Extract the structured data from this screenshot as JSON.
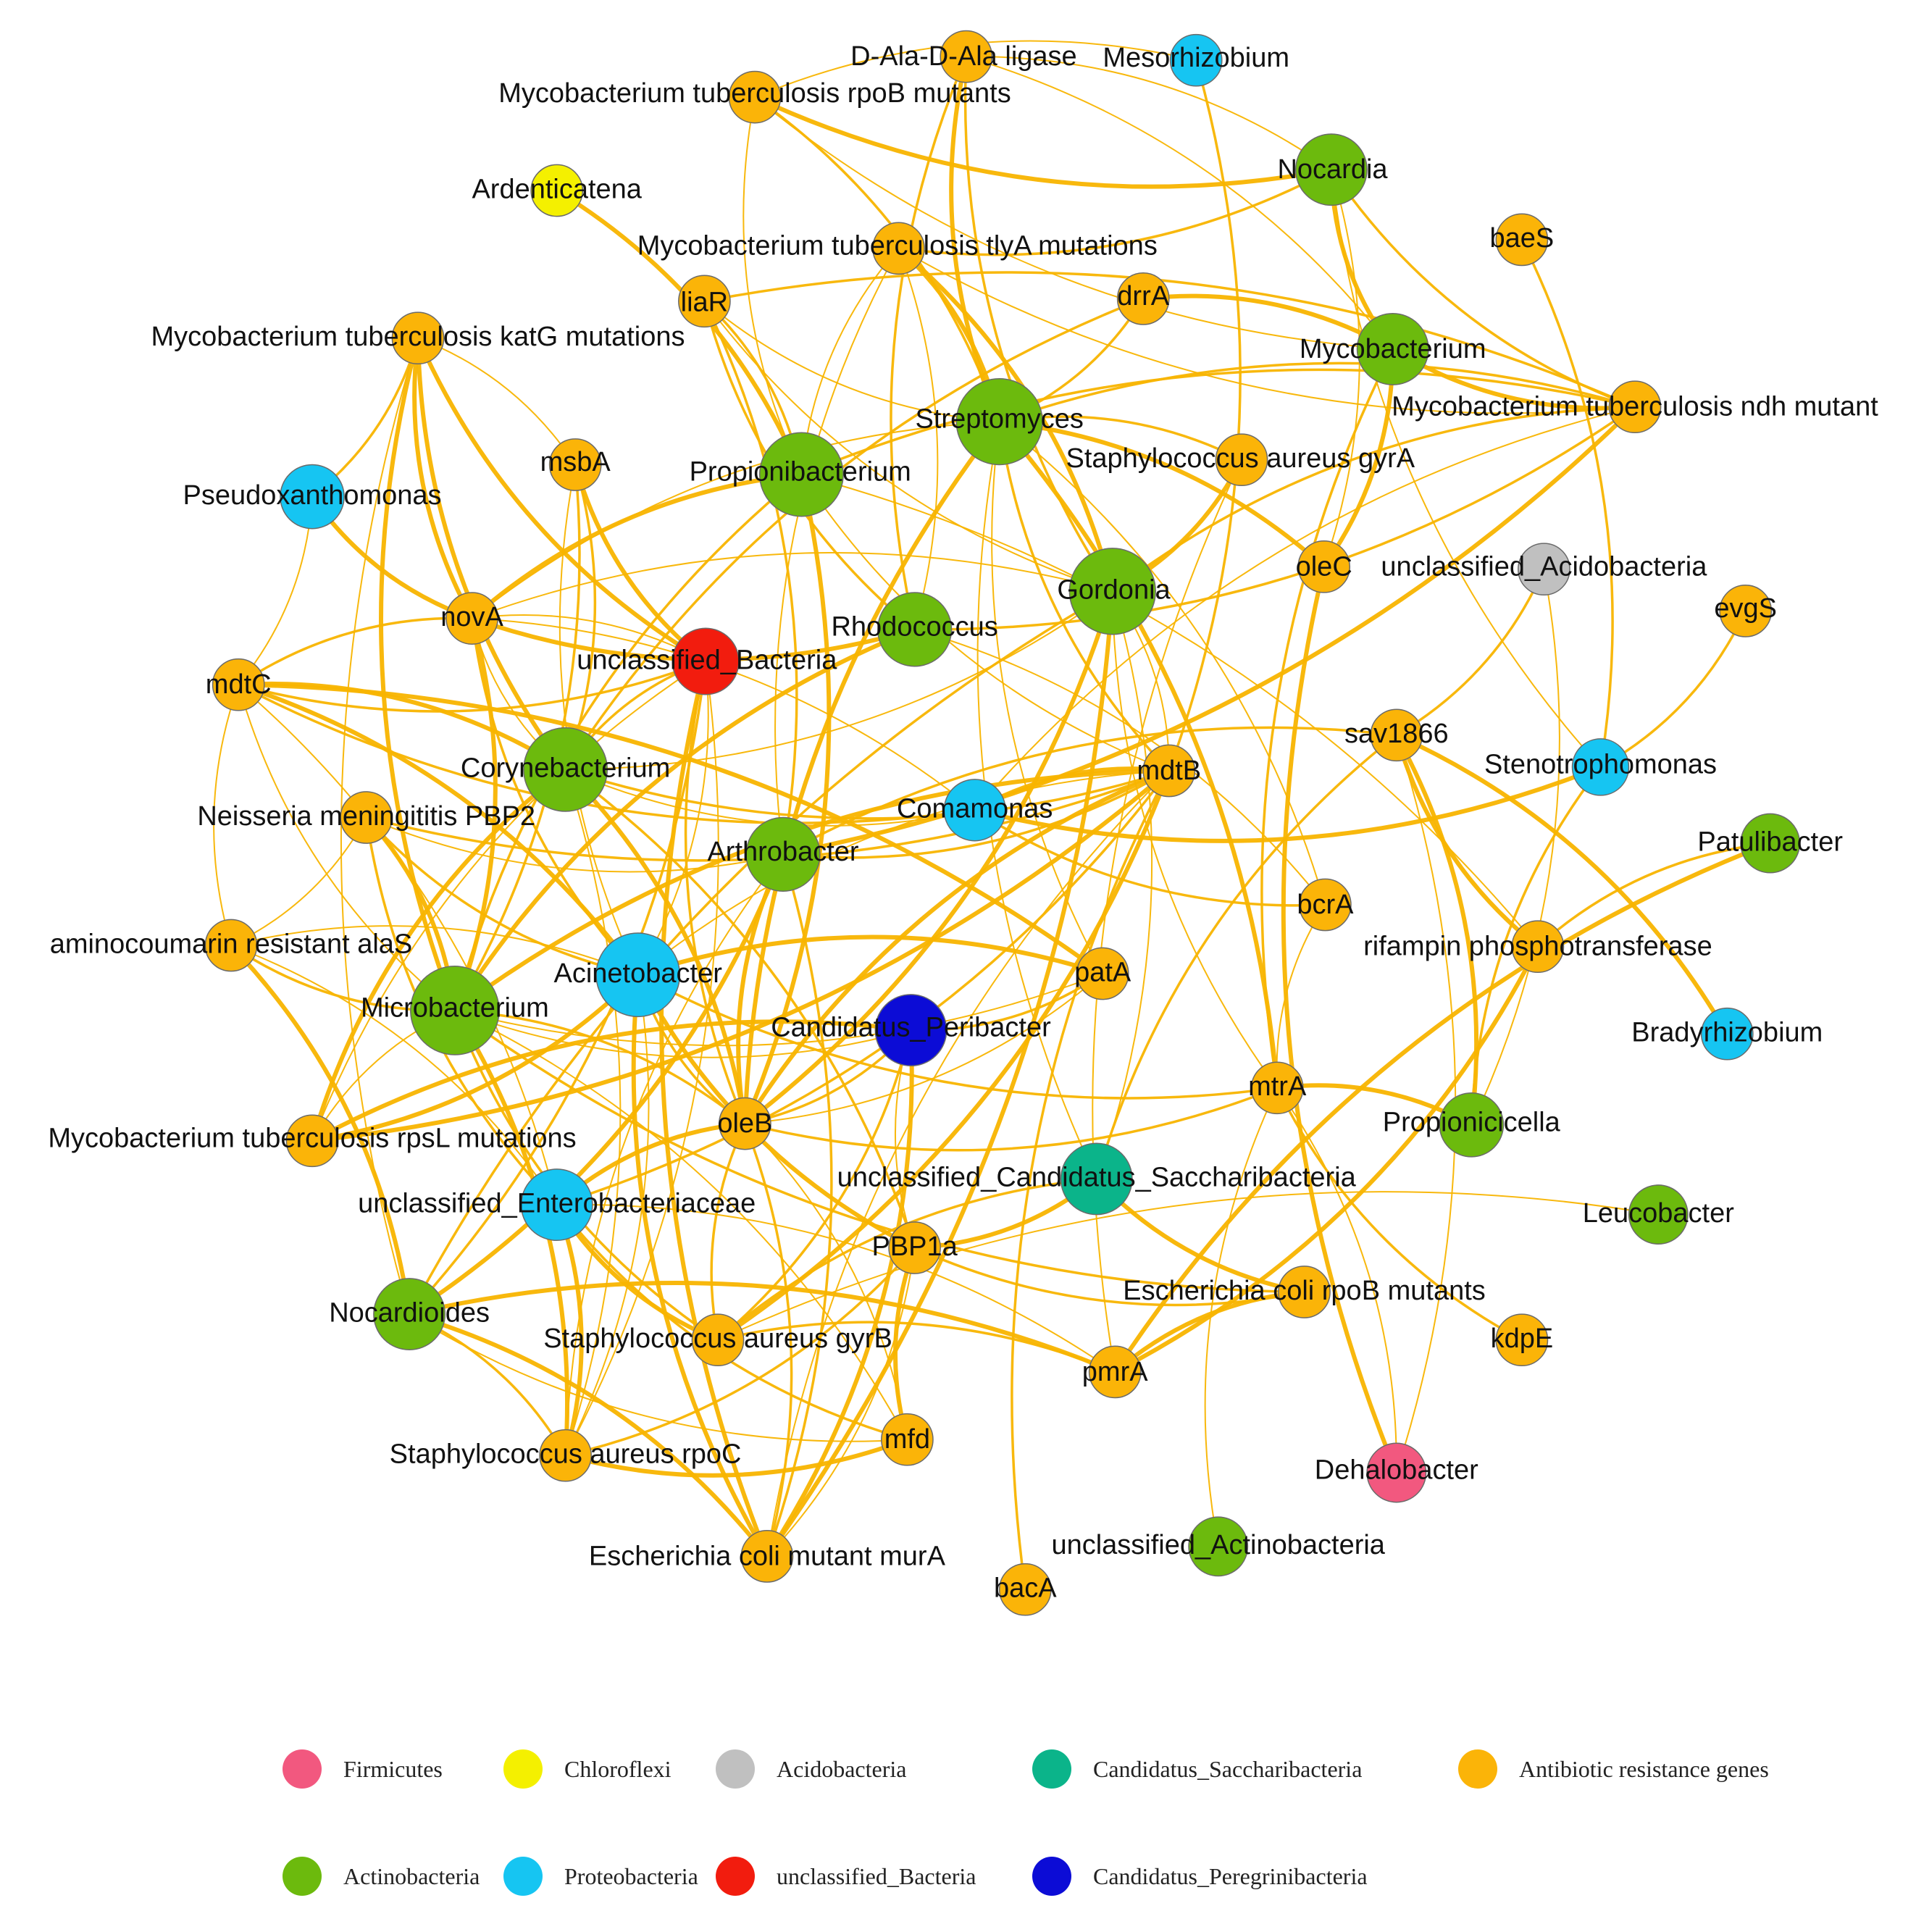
{
  "colors": {
    "Firmicutes": "#f2587f",
    "Chloroflexi": "#f4f000",
    "Acidobacteria": "#c0c0c0",
    "Candidatus_Saccharibacteria": "#0bb48a",
    "Antibiotic resistance genes": "#fbb408",
    "Actinobacteria": "#6cba0d",
    "Proteobacteria": "#16c5f2",
    "unclassified_Bacteria": "#f21c0e",
    "Candidatus_Peregrinibacteria": "#0c0cd6",
    "edge": "#f8b400",
    "node_stroke": "#6a6a6a"
  },
  "nodes": [
    {
      "id": "D-Ala-D-Ala ligase",
      "group": "Antibiotic resistance genes"
    },
    {
      "id": "Mesorhizobium",
      "group": "Proteobacteria"
    },
    {
      "id": "Mycobacterium tuberculosis rpoB mutants",
      "group": "Antibiotic resistance genes"
    },
    {
      "id": "Nocardia",
      "group": "Actinobacteria"
    },
    {
      "id": "Ardenticatena",
      "group": "Chloroflexi"
    },
    {
      "id": "baeS",
      "group": "Antibiotic resistance genes"
    },
    {
      "id": "Mycobacterium tuberculosis tlyA mutations",
      "group": "Antibiotic resistance genes"
    },
    {
      "id": "liaR",
      "group": "Antibiotic resistance genes"
    },
    {
      "id": "drrA",
      "group": "Antibiotic resistance genes"
    },
    {
      "id": "Mycobacterium tuberculosis katG mutations",
      "group": "Antibiotic resistance genes"
    },
    {
      "id": "Mycobacterium",
      "group": "Actinobacteria"
    },
    {
      "id": "Mycobacterium tuberculosis ndh mutant",
      "group": "Antibiotic resistance genes"
    },
    {
      "id": "Streptomyces",
      "group": "Actinobacteria"
    },
    {
      "id": "msbA",
      "group": "Antibiotic resistance genes"
    },
    {
      "id": "Propionibacterium",
      "group": "Actinobacteria"
    },
    {
      "id": "Staphylococcus aureus gyrA",
      "group": "Antibiotic resistance genes"
    },
    {
      "id": "Pseudoxanthomonas",
      "group": "Proteobacteria"
    },
    {
      "id": "oleC",
      "group": "Antibiotic resistance genes"
    },
    {
      "id": "unclassified_Acidobacteria",
      "group": "Acidobacteria"
    },
    {
      "id": "Gordonia",
      "group": "Actinobacteria"
    },
    {
      "id": "novA",
      "group": "Antibiotic resistance genes"
    },
    {
      "id": "Rhodococcus",
      "group": "Actinobacteria"
    },
    {
      "id": "evgS",
      "group": "Antibiotic resistance genes"
    },
    {
      "id": "unclassified_Bacteria",
      "group": "unclassified_Bacteria"
    },
    {
      "id": "mdtC",
      "group": "Antibiotic resistance genes"
    },
    {
      "id": "sav1866",
      "group": "Antibiotic resistance genes"
    },
    {
      "id": "Corynebacterium",
      "group": "Actinobacteria"
    },
    {
      "id": "mdtB",
      "group": "Antibiotic resistance genes"
    },
    {
      "id": "Stenotrophomonas",
      "group": "Proteobacteria"
    },
    {
      "id": "Comamonas",
      "group": "Proteobacteria"
    },
    {
      "id": "Neisseria meningititis PBP2",
      "group": "Antibiotic resistance genes"
    },
    {
      "id": "Patulibacter",
      "group": "Actinobacteria"
    },
    {
      "id": "Arthrobacter",
      "group": "Actinobacteria"
    },
    {
      "id": "bcrA",
      "group": "Antibiotic resistance genes"
    },
    {
      "id": "aminocoumarin resistant alaS",
      "group": "Antibiotic resistance genes"
    },
    {
      "id": "rifampin phosphotransferase",
      "group": "Antibiotic resistance genes"
    },
    {
      "id": "Acinetobacter",
      "group": "Proteobacteria"
    },
    {
      "id": "patA",
      "group": "Antibiotic resistance genes"
    },
    {
      "id": "Microbacterium",
      "group": "Actinobacteria"
    },
    {
      "id": "Candidatus_Peribacter",
      "group": "Candidatus_Peregrinibacteria"
    },
    {
      "id": "Bradyrhizobium",
      "group": "Proteobacteria"
    },
    {
      "id": "mtrA",
      "group": "Antibiotic resistance genes"
    },
    {
      "id": "Mycobacterium tuberculosis rpsL mutations",
      "group": "Antibiotic resistance genes"
    },
    {
      "id": "oleB",
      "group": "Antibiotic resistance genes"
    },
    {
      "id": "Propionicicella",
      "group": "Actinobacteria"
    },
    {
      "id": "unclassified_Candidatus_Saccharibacteria",
      "group": "Candidatus_Saccharibacteria"
    },
    {
      "id": "unclassified_Enterobacteriaceae",
      "group": "Proteobacteria"
    },
    {
      "id": "Leucobacter",
      "group": "Actinobacteria"
    },
    {
      "id": "PBP1a",
      "group": "Antibiotic resistance genes"
    },
    {
      "id": "Escherichia coli rpoB mutants",
      "group": "Antibiotic resistance genes"
    },
    {
      "id": "Nocardioides",
      "group": "Actinobacteria"
    },
    {
      "id": "Staphylococcus aureus gyrB",
      "group": "Antibiotic resistance genes"
    },
    {
      "id": "kdpE",
      "group": "Antibiotic resistance genes"
    },
    {
      "id": "pmrA",
      "group": "Antibiotic resistance genes"
    },
    {
      "id": "mfd",
      "group": "Antibiotic resistance genes"
    },
    {
      "id": "Staphylococcus aureus rpoC",
      "group": "Antibiotic resistance genes"
    },
    {
      "id": "Dehalobacter",
      "group": "Firmicutes"
    },
    {
      "id": "unclassified_Actinobacteria",
      "group": "Actinobacteria"
    },
    {
      "id": "Escherichia coli mutant murA",
      "group": "Antibiotic resistance genes"
    },
    {
      "id": "bacA",
      "group": "Antibiotic resistance genes"
    }
  ],
  "edges": [
    [
      "Streptomyces",
      "D-Ala-D-Ala ligase"
    ],
    [
      "Streptomyces",
      "Mycobacterium tuberculosis rpoB mutants"
    ],
    [
      "Streptomyces",
      "liaR"
    ],
    [
      "Streptomyces",
      "Mycobacterium tuberculosis tlyA mutations"
    ],
    [
      "Streptomyces",
      "Mycobacterium tuberculosis ndh mutant"
    ],
    [
      "Streptomyces",
      "novA"
    ],
    [
      "Streptomyces",
      "oleC"
    ],
    [
      "Streptomyces",
      "mdtB"
    ],
    [
      "Streptomyces",
      "bcrA"
    ],
    [
      "Streptomyces",
      "oleB"
    ],
    [
      "Streptomyces",
      "Staphylococcus aureus gyrA"
    ],
    [
      "Streptomyces",
      "patA"
    ],
    [
      "Streptomyces",
      "mtrA"
    ],
    [
      "Streptomyces",
      "drrA"
    ],
    [
      "Gordonia",
      "liaR"
    ],
    [
      "Gordonia",
      "Mycobacterium tuberculosis tlyA mutations"
    ],
    [
      "Gordonia",
      "Mycobacterium tuberculosis ndh mutant"
    ],
    [
      "Gordonia",
      "novA"
    ],
    [
      "Gordonia",
      "oleB"
    ],
    [
      "Gordonia",
      "Nocardioides"
    ],
    [
      "Gordonia",
      "mdtB"
    ],
    [
      "Gordonia",
      "Staphylococcus aureus gyrA"
    ],
    [
      "Gordonia",
      "D-Ala-D-Ala ligase"
    ],
    [
      "Gordonia",
      "mtrA"
    ],
    [
      "Gordonia",
      "Escherichia coli mutant murA"
    ],
    [
      "Propionibacterium",
      "liaR"
    ],
    [
      "Propionibacterium",
      "Mycobacterium tuberculosis tlyA mutations"
    ],
    [
      "Propionibacterium",
      "novA"
    ],
    [
      "Propionibacterium",
      "Mycobacterium tuberculosis ndh mutant"
    ],
    [
      "Propionibacterium",
      "mdtB"
    ],
    [
      "Propionibacterium",
      "oleB"
    ],
    [
      "Propionibacterium",
      "Microbacterium"
    ],
    [
      "Propionibacterium",
      "Mycobacterium tuberculosis rpoB mutants"
    ],
    [
      "Propionibacterium",
      "Ardenticatena"
    ],
    [
      "Rhodococcus",
      "liaR"
    ],
    [
      "Rhodococcus",
      "Mycobacterium tuberculosis tlyA mutations"
    ],
    [
      "Rhodococcus",
      "novA"
    ],
    [
      "Rhodococcus",
      "Mycobacterium tuberculosis ndh mutant"
    ],
    [
      "Rhodococcus",
      "bcrA"
    ],
    [
      "Rhodococcus",
      "Microbacterium"
    ],
    [
      "Rhodococcus",
      "D-Ala-D-Ala ligase"
    ],
    [
      "Nocardia",
      "D-Ala-D-Ala ligase"
    ],
    [
      "Nocardia",
      "Mycobacterium tuberculosis rpoB mutants"
    ],
    [
      "Nocardia",
      "Mycobacterium tuberculosis ndh mutant"
    ],
    [
      "Nocardia",
      "oleC"
    ],
    [
      "Nocardia",
      "Mycobacterium"
    ],
    [
      "Nocardia",
      "Mycobacterium tuberculosis tlyA mutations"
    ],
    [
      "Mycobacterium",
      "D-Ala-D-Ala ligase"
    ],
    [
      "Mycobacterium",
      "oleC"
    ],
    [
      "Mycobacterium",
      "mtrA"
    ],
    [
      "Mycobacterium",
      "Mycobacterium tuberculosis rpoB mutants"
    ],
    [
      "Mycobacterium",
      "Mycobacterium tuberculosis ndh mutant"
    ],
    [
      "Mesorhizobium",
      "mdtB"
    ],
    [
      "Mesorhizobium",
      "Mycobacterium tuberculosis rpoB mutants"
    ],
    [
      "Corynebacterium",
      "Mycobacterium tuberculosis katG mutations"
    ],
    [
      "Corynebacterium",
      "msbA"
    ],
    [
      "Corynebacterium",
      "novA"
    ],
    [
      "Corynebacterium",
      "mdtC"
    ],
    [
      "Corynebacterium",
      "unclassified_Bacteria"
    ],
    [
      "Corynebacterium",
      "Gordonia"
    ],
    [
      "Corynebacterium",
      "oleB"
    ],
    [
      "Corynebacterium",
      "mdtB"
    ],
    [
      "Corynebacterium",
      "Staphylococcus aureus rpoC"
    ],
    [
      "Corynebacterium",
      "Mycobacterium tuberculosis rpsL mutations"
    ],
    [
      "Corynebacterium",
      "PBP1a"
    ],
    [
      "Corynebacterium",
      "Comamonas"
    ],
    [
      "Microbacterium",
      "Mycobacterium tuberculosis katG mutations"
    ],
    [
      "Microbacterium",
      "msbA"
    ],
    [
      "Microbacterium",
      "mdtC"
    ],
    [
      "Microbacterium",
      "novA"
    ],
    [
      "Microbacterium",
      "oleB"
    ],
    [
      "Microbacterium",
      "patA"
    ],
    [
      "Microbacterium",
      "Staphylococcus aureus rpoC"
    ],
    [
      "Microbacterium",
      "Staphylococcus aureus gyrB"
    ],
    [
      "Microbacterium",
      "mfd"
    ],
    [
      "Microbacterium",
      "Neisseria meningititis PBP2"
    ],
    [
      "Microbacterium",
      "aminocoumarin resistant alaS"
    ],
    [
      "Microbacterium",
      "Mycobacterium tuberculosis rpsL mutations"
    ],
    [
      "Microbacterium",
      "mdtB"
    ],
    [
      "Microbacterium",
      "Escherichia coli rpoB mutants"
    ],
    [
      "Acinetobacter",
      "msbA"
    ],
    [
      "Acinetobacter",
      "mdtC"
    ],
    [
      "Acinetobacter",
      "novA"
    ],
    [
      "Acinetobacter",
      "unclassified_Bacteria"
    ],
    [
      "Acinetobacter",
      "patA"
    ],
    [
      "Acinetobacter",
      "oleB"
    ],
    [
      "Acinetobacter",
      "Staphylococcus aureus rpoC"
    ],
    [
      "Acinetobacter",
      "Escherichia coli mutant murA"
    ],
    [
      "Acinetobacter",
      "Neisseria meningititis PBP2"
    ],
    [
      "Acinetobacter",
      "aminocoumarin resistant alaS"
    ],
    [
      "Acinetobacter",
      "Mycobacterium tuberculosis rpsL mutations"
    ],
    [
      "Acinetobacter",
      "mtrA"
    ],
    [
      "Acinetobacter",
      "mdtB"
    ],
    [
      "Acinetobacter",
      "PBP1a"
    ],
    [
      "unclassified_Bacteria",
      "mdtC"
    ],
    [
      "unclassified_Bacteria",
      "novA"
    ],
    [
      "unclassified_Bacteria",
      "msbA"
    ],
    [
      "unclassified_Bacteria",
      "oleB"
    ],
    [
      "unclassified_Bacteria",
      "Staphylococcus aureus rpoC"
    ],
    [
      "unclassified_Bacteria",
      "Escherichia coli mutant murA"
    ],
    [
      "unclassified_Bacteria",
      "Nocardioides"
    ],
    [
      "unclassified_Bacteria",
      "Mycobacterium tuberculosis rpsL mutations"
    ],
    [
      "unclassified_Bacteria",
      "Mycobacterium tuberculosis katG mutations"
    ],
    [
      "Arthrobacter",
      "liaR"
    ],
    [
      "Arthrobacter",
      "Mycobacterium tuberculosis tlyA mutations"
    ],
    [
      "Arthrobacter",
      "oleB"
    ],
    [
      "Arthrobacter",
      "Escherichia coli mutant murA"
    ],
    [
      "Arthrobacter",
      "Staphylococcus aureus rpoC"
    ],
    [
      "Arthrobacter",
      "Nocardioides"
    ],
    [
      "Arthrobacter",
      "mdtB"
    ],
    [
      "Arthrobacter",
      "Neisseria meningititis PBP2"
    ],
    [
      "Arthrobacter",
      "Mycobacterium tuberculosis ndh mutant"
    ],
    [
      "Arthrobacter",
      "sav1866"
    ],
    [
      "unclassified_Enterobacteriaceae",
      "mdtC"
    ],
    [
      "unclassified_Enterobacteriaceae",
      "Staphylococcus aureus rpoC"
    ],
    [
      "unclassified_Enterobacteriaceae",
      "mfd"
    ],
    [
      "unclassified_Enterobacteriaceae",
      "pmrA"
    ],
    [
      "unclassified_Enterobacteriaceae",
      "Staphylococcus aureus gyrB"
    ],
    [
      "unclassified_Enterobacteriaceae",
      "Neisseria meningititis PBP2"
    ],
    [
      "unclassified_Enterobacteriaceae",
      "aminocoumarin resistant alaS"
    ],
    [
      "unclassified_Enterobacteriaceae",
      "oleB"
    ],
    [
      "unclassified_Enterobacteriaceae",
      "mdtB"
    ],
    [
      "Nocardioides",
      "Mycobacterium tuberculosis katG mutations"
    ],
    [
      "Nocardioides",
      "aminocoumarin resistant alaS"
    ],
    [
      "Nocardioides",
      "Staphylococcus aureus rpoC"
    ],
    [
      "Nocardioides",
      "mfd"
    ],
    [
      "Nocardioides",
      "Escherichia coli mutant murA"
    ],
    [
      "Pseudoxanthomonas",
      "Mycobacterium tuberculosis katG mutations"
    ],
    [
      "Pseudoxanthomonas",
      "mdtC"
    ],
    [
      "Pseudoxanthomonas",
      "novA"
    ],
    [
      "Comamonas",
      "mdtC"
    ],
    [
      "Comamonas",
      "novA"
    ],
    [
      "Comamonas",
      "mdtB"
    ],
    [
      "Comamonas",
      "bcrA"
    ],
    [
      "Comamonas",
      "Mycobacterium tuberculosis ndh mutant"
    ],
    [
      "Comamonas",
      "Stenotrophomonas"
    ],
    [
      "Candidatus_Peribacter",
      "oleB"
    ],
    [
      "Candidatus_Peribacter",
      "PBP1a"
    ],
    [
      "Candidatus_Peribacter",
      "Escherichia coli mutant murA"
    ],
    [
      "Candidatus_Peribacter",
      "patA"
    ],
    [
      "Candidatus_Peribacter",
      "Microbacterium"
    ],
    [
      "Candidatus_Peribacter",
      "Mycobacterium tuberculosis rpsL mutations"
    ],
    [
      "Candidatus_Peribacter",
      "Staphylococcus aureus gyrB"
    ],
    [
      "unclassified_Candidatus_Saccharibacteria",
      "Gordonia"
    ],
    [
      "unclassified_Candidatus_Saccharibacteria",
      "PBP1a"
    ],
    [
      "unclassified_Candidatus_Saccharibacteria",
      "Staphylococcus aureus gyrB"
    ],
    [
      "unclassified_Candidatus_Saccharibacteria",
      "Streptomyces"
    ],
    [
      "unclassified_Candidatus_Saccharibacteria",
      "Escherichia coli rpoB mutants"
    ],
    [
      "unclassified_Candidatus_Saccharibacteria",
      "sav1866"
    ],
    [
      "mtrA",
      "unclassified_Actinobacteria"
    ],
    [
      "mtrA",
      "Propionicicella"
    ],
    [
      "mtrA",
      "kdpE"
    ],
    [
      "mtrA",
      "bcrA"
    ],
    [
      "Propionicicella",
      "sav1866"
    ],
    [
      "Propionicicella",
      "Stenotrophomonas"
    ],
    [
      "Propionicicella",
      "unclassified_Acidobacteria"
    ],
    [
      "sav1866",
      "Bradyrhizobium"
    ],
    [
      "sav1866",
      "unclassified_Acidobacteria"
    ],
    [
      "sav1866",
      "Dehalobacter"
    ],
    [
      "sav1866",
      "rifampin phosphotransferase"
    ],
    [
      "rifampin phosphotransferase",
      "Patulibacter"
    ],
    [
      "rifampin phosphotransferase",
      "Propionibacterium"
    ],
    [
      "rifampin phosphotransferase",
      "pmrA"
    ],
    [
      "Stenotrophomonas",
      "evgS"
    ],
    [
      "Stenotrophomonas",
      "Nocardia"
    ],
    [
      "Patulibacter",
      "pmrA"
    ],
    [
      "baeS",
      "Stenotrophomonas"
    ],
    [
      "Leucobacter",
      "Staphylococcus aureus gyrB"
    ],
    [
      "pmrA",
      "Escherichia coli rpoB mutants"
    ],
    [
      "pmrA",
      "Staphylococcus aureus gyrB"
    ],
    [
      "pmrA",
      "Staphylococcus aureus gyrA"
    ],
    [
      "pmrA",
      "Nocardioides"
    ],
    [
      "bacA",
      "mdtB"
    ],
    [
      "Dehalobacter",
      "mtrA"
    ],
    [
      "Dehalobacter",
      "oleC"
    ],
    [
      "PBP1a",
      "Escherichia coli rpoB mutants"
    ],
    [
      "PBP1a",
      "Escherichia coli mutant murA"
    ],
    [
      "PBP1a",
      "mfd"
    ],
    [
      "PBP1a",
      "Staphylococcus aureus rpoC"
    ],
    [
      "mfd",
      "oleB"
    ],
    [
      "mfd",
      "Staphylococcus aureus rpoC"
    ],
    [
      "Escherichia coli mutant murA",
      "oleB"
    ],
    [
      "Escherichia coli mutant murA",
      "mdtB"
    ],
    [
      "Staphylococcus aureus gyrB",
      "mdtB"
    ],
    [
      "Staphylococcus aureus gyrB",
      "oleB"
    ],
    [
      "oleB",
      "patA"
    ],
    [
      "oleB",
      "mdtB"
    ],
    [
      "oleB",
      "mtrA"
    ],
    [
      "Mycobacterium tuberculosis katG mutations",
      "msbA"
    ],
    [
      "Mycobacterium tuberculosis katG mutations",
      "novA"
    ],
    [
      "mdtC",
      "novA"
    ],
    [
      "mdtC",
      "aminocoumarin resistant alaS"
    ],
    [
      "mdtC",
      "patA"
    ],
    [
      "Neisseria meningititis PBP2",
      "mdtB"
    ],
    [
      "Neisseria meningititis PBP2",
      "aminocoumarin resistant alaS"
    ],
    [
      "Mycobacterium tuberculosis rpsL mutations",
      "mdtB"
    ],
    [
      "liaR",
      "Mycobacterium tuberculosis ndh mutant"
    ],
    [
      "Mycobacterium tuberculosis tlyA mutations",
      "Mycobacterium tuberculosis ndh mutant"
    ],
    [
      "drrA",
      "Mycobacterium"
    ],
    [
      "drrA",
      "Corynebacterium"
    ]
  ],
  "legend": {
    "row1": [
      {
        "label": "Firmicutes",
        "group": "Firmicutes"
      },
      {
        "label": "Chloroflexi",
        "group": "Chloroflexi"
      },
      {
        "label": "Acidobacteria",
        "group": "Acidobacteria"
      },
      {
        "label": "Candidatus_Saccharibacteria",
        "group": "Candidatus_Saccharibacteria"
      },
      {
        "label": "Antibiotic resistance genes",
        "group": "Antibiotic resistance genes"
      }
    ],
    "row2": [
      {
        "label": "Actinobacteria",
        "group": "Actinobacteria"
      },
      {
        "label": "Proteobacteria",
        "group": "Proteobacteria"
      },
      {
        "label": "unclassified_Bacteria",
        "group": "unclassified_Bacteria"
      },
      {
        "label": "Candidatus_Peregrinibacteria",
        "group": "Candidatus_Peregrinibacteria"
      }
    ]
  }
}
